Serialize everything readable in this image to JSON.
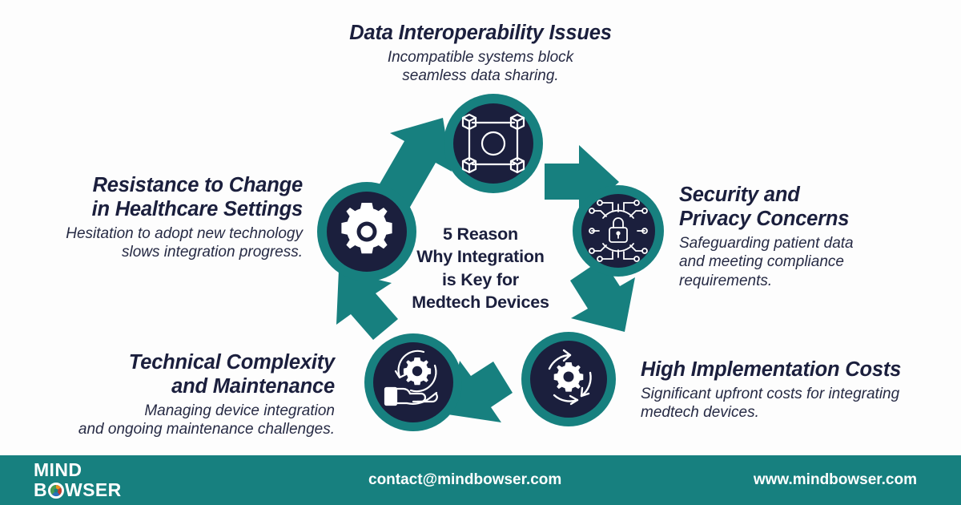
{
  "theme": {
    "teal": "#17807f",
    "navy": "#1b1f3d",
    "background": "#fdfdfd",
    "icon_stroke": "#ffffff"
  },
  "center": {
    "heading": "5 Reason\nWhy Integration\nis Key for\nMedtech Devices"
  },
  "nodes": [
    {
      "id": "data-interoperability",
      "title": "Data Interoperability Issues",
      "desc": "Incompatible systems block\nseamless data sharing.",
      "icon": "network-nodes-icon",
      "align": "center"
    },
    {
      "id": "resistance-to-change",
      "title": "Resistance to Change\nin Healthcare Settings",
      "desc": "Hesitation to adopt new technology\nslows integration progress.",
      "icon": "gear-icon",
      "align": "right"
    },
    {
      "id": "security-privacy",
      "title": "Security and\nPrivacy Concerns",
      "desc": "Safeguarding patient data\nand meeting compliance\nrequirements.",
      "icon": "cyber-lock-icon",
      "align": "left"
    },
    {
      "id": "technical-complexity",
      "title": "Technical Complexity\nand Maintenance",
      "desc": "Managing device integration\nand ongoing maintenance challenges.",
      "icon": "hand-gear-icon",
      "align": "right"
    },
    {
      "id": "high-implementation-costs",
      "title": "High Implementation Costs",
      "desc": "Significant upfront costs for integrating\nmedtech devices.",
      "icon": "gear-cycle-icon",
      "align": "left"
    }
  ],
  "footer": {
    "logo_line1": "MIND",
    "logo_line2_before": "B",
    "logo_line2_after": "WSER",
    "logo_o_icon": "mindbowser-circle-logo-icon",
    "email": "contact@mindbowser.com",
    "website": "www.mindbowser.com"
  }
}
